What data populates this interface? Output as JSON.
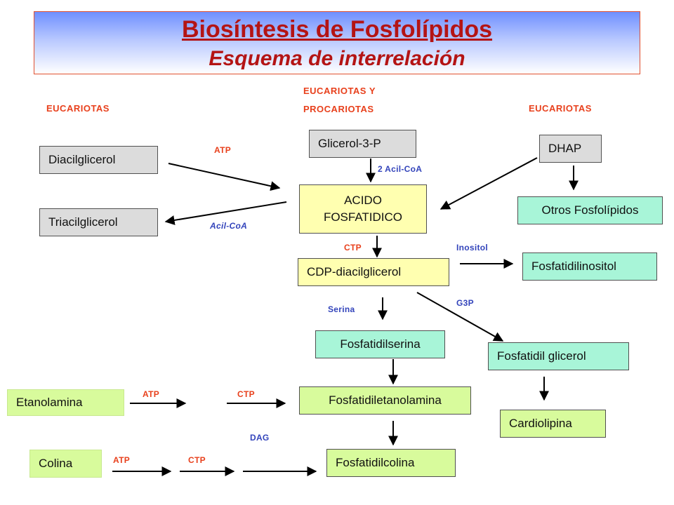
{
  "title": {
    "main": "Biosíntesis de Fosfolípidos",
    "sub": "Esquema de interrelación"
  },
  "regions": {
    "left": "EUCARIOTAS",
    "center_line1": "EUCARIOTAS Y",
    "center_line2": "PROCARIOTAS",
    "right": "EUCARIOTAS"
  },
  "nodes": {
    "diacilglicerol": "Diacilglicerol",
    "triacilglicerol": "Triacilglicerol",
    "glicerol3p": "Glicerol-3-P",
    "dhap": "DHAP",
    "acido_line1": "ACIDO",
    "acido_line2": "FOSFATIDICO",
    "otros_fosfolipidos": "Otros Fosfolípidos",
    "cdp_diacilglicerol": "CDP-diacilglicerol",
    "fosfatidilinositol": "Fosfatidilinositol",
    "fosfatidilserina": "Fosfatidilserina",
    "fosfatidil_glicerol": "Fosfatidil glicerol",
    "etanolamina": "Etanolamina",
    "fosfatidiletanolamina": "Fosfatidiletanolamina",
    "cardiolipina": "Cardiolipina",
    "colina": "Colina",
    "fosfatidilcolina": "Fosfatidilcolina"
  },
  "edge_labels": {
    "atp_diacil": "ATP",
    "acil_coa_triacil": "Acil-CoA",
    "acil_coa_2": "2 Acil-CoA",
    "ctp_cdp": "CTP",
    "inositol": "Inositol",
    "serina": "Serina",
    "g3p": "G3P",
    "atp_etanol": "ATP",
    "ctp_etanol": "CTP",
    "dag": "DAG",
    "atp_colina": "ATP",
    "ctp_colina": "CTP"
  },
  "colors": {
    "title_text": "#b41414",
    "region_text": "#e8401c",
    "cofactor_red": "#e8401c",
    "cofactor_blue": "#3344bb",
    "gray_box": "#dcdcdc",
    "yellow_box": "#ffffb0",
    "teal_box": "#a8f5d8",
    "green_box": "#d8fb9c"
  }
}
